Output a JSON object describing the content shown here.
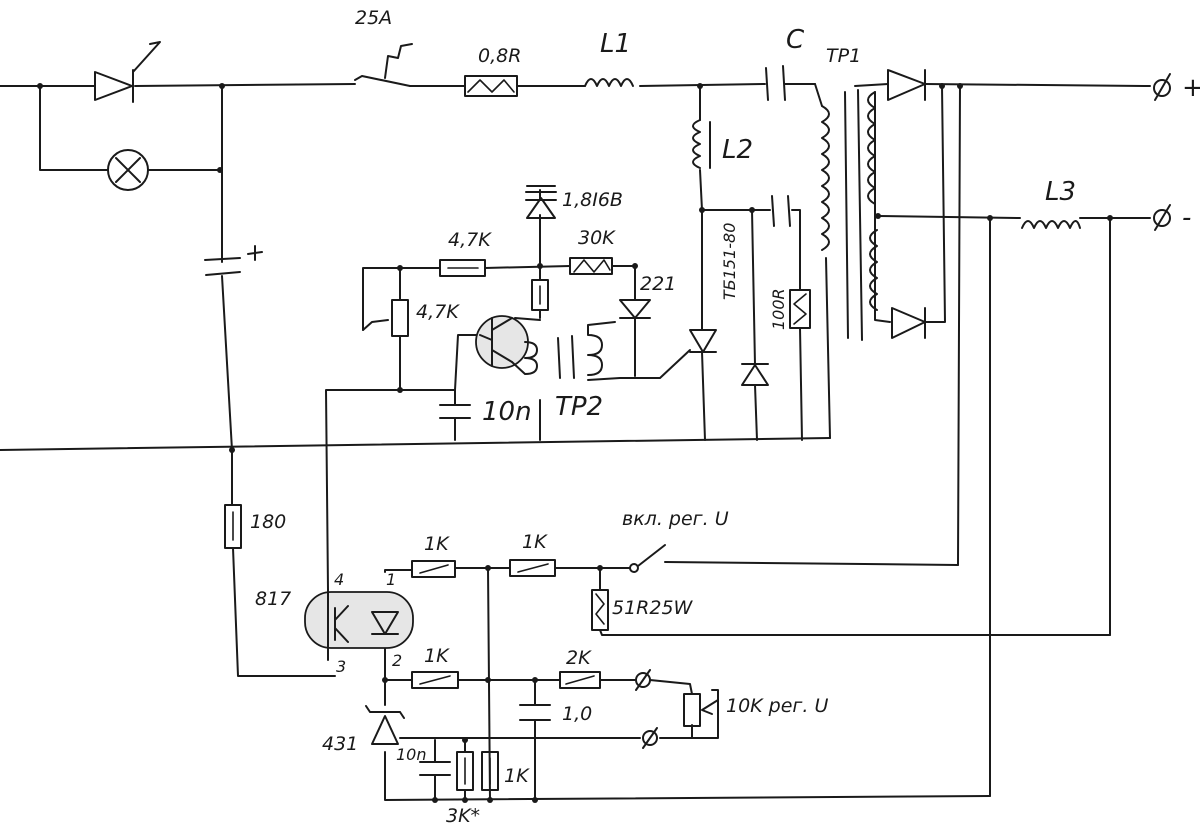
{
  "labels": {
    "fuse_rating": "25A",
    "r_shunt": "0,8R",
    "l1": "L1",
    "cap_c": "C",
    "tr1": "TP1",
    "l2": "L2",
    "zener": "1,8I6B",
    "r_4k7_top": "4,7K",
    "r_30k": "30K",
    "r_4k7_side": "4,7K",
    "diode_221": "221",
    "thyristor": "TБ151-80",
    "r_100r": "100R",
    "cap_10n": "10n",
    "tr2": "TP2",
    "l3": "L3",
    "out_plus": "+",
    "out_minus": "-",
    "r_180": "180",
    "opto": "817",
    "pin4": "4",
    "pin1": "1",
    "pin3": "3",
    "pin2": "2",
    "r_1k_a": "1K",
    "r_1k_b": "1K",
    "switch_label": "вкл. рег. U",
    "r_51r": "51R25W",
    "r_1k_c": "1K",
    "r_2k": "2K",
    "pot_label": "10K рег. U",
    "cap_1": "1,0",
    "tl431": "431",
    "cap_10n_b": "10n",
    "r_1k_d": "1K",
    "r_3k": "3K*"
  }
}
